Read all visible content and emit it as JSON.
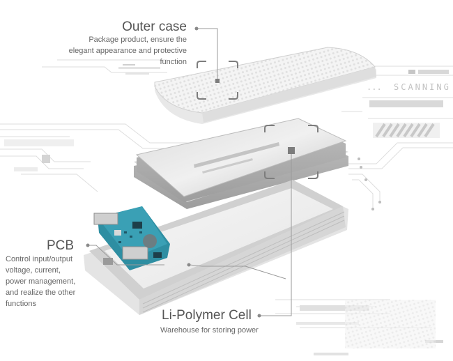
{
  "callouts": {
    "outer_case": {
      "title": "Outer case",
      "description_lines": [
        "Package product, ensure the",
        "elegant appearance and protective",
        "function"
      ]
    },
    "pcb": {
      "title": "PCB",
      "description_lines": [
        "Control input/output",
        "voltage, current,",
        "power management,",
        "and realize the other",
        "functions"
      ]
    },
    "cell": {
      "title": "Li-Polymer Cell",
      "description_lines": [
        "Warehouse for storing power"
      ]
    }
  },
  "hud": {
    "scanning_dots": "...",
    "scanning_text": "SCANNING"
  },
  "colors": {
    "text": "#555555",
    "lines": "#9a9a9a",
    "circuit": "#dcdcdc",
    "metal": "#c8c8c8",
    "pcb_board": "#2f8fa3",
    "target_frame": "#7d7d7d"
  }
}
